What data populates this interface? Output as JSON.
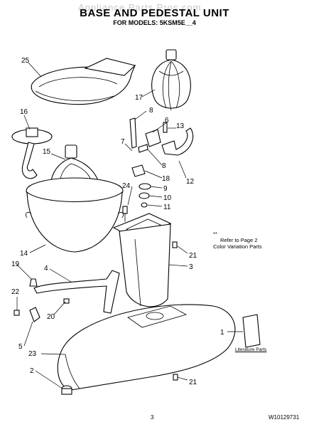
{
  "header": {
    "watermark": "Appliance Parts Pros.com",
    "title": "BASE AND PEDESTAL UNIT",
    "subtitle": "FOR MODELS: 5KSM5E__4"
  },
  "note": {
    "marker": "**",
    "line1": "Refer to Page 2",
    "line2": "Color Variation Parts"
  },
  "literature_label": "Literature Parts",
  "callouts": [
    "25",
    "17",
    "8",
    "16",
    "6",
    "13",
    "7",
    "15",
    "8",
    "18",
    "24",
    "9",
    "10",
    "11",
    "12",
    "21",
    "3",
    "14",
    "19",
    "4",
    "22",
    "20",
    "5",
    "23",
    "1",
    "2",
    "21"
  ],
  "footer": {
    "page_number": "3",
    "doc_number": "W10129731"
  }
}
